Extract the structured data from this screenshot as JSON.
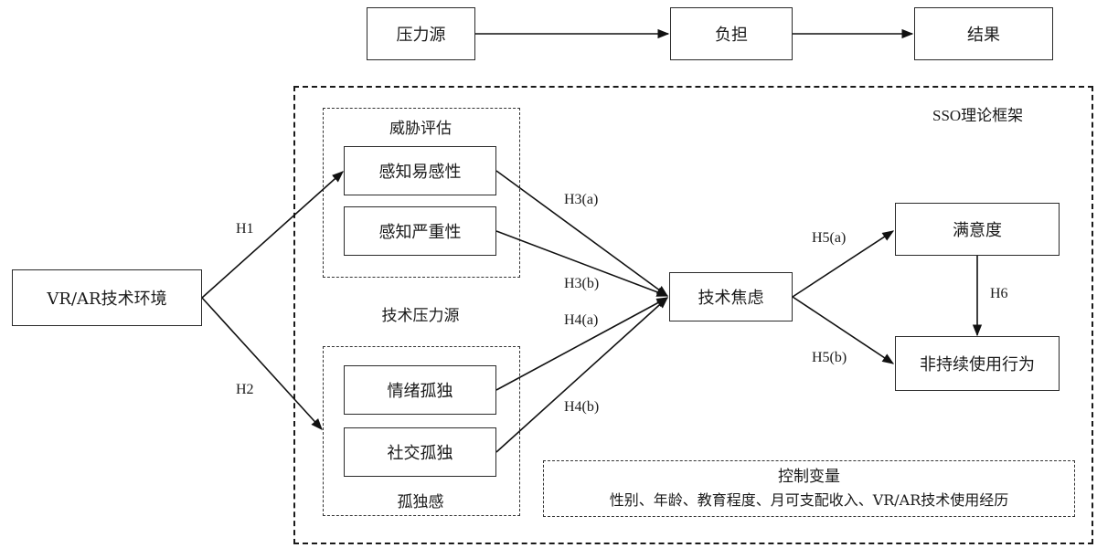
{
  "top_flow": {
    "stressor": "压力源",
    "burden": "负担",
    "outcome": "结果"
  },
  "framework": {
    "title": "SSO理论框架",
    "tech_stressors_label": "技术压力源"
  },
  "nodes": {
    "vr_ar_env": "VR/AR技术环境",
    "perceived_susceptibility": "感知易感性",
    "perceived_severity": "感知严重性",
    "emotional_loneliness": "情绪孤独",
    "social_loneliness": "社交孤独",
    "tech_anxiety": "技术焦虑",
    "satisfaction": "满意度",
    "discontinuance": "非持续使用行为"
  },
  "groups": {
    "threat_appraisal": "威胁评估",
    "loneliness": "孤独感"
  },
  "hypotheses": {
    "h1": "H1",
    "h2": "H2",
    "h3a": "H3(a)",
    "h3b": "H3(b)",
    "h4a": "H4(a)",
    "h4b": "H4(b)",
    "h5a": "H5(a)",
    "h5b": "H5(b)",
    "h6": "H6"
  },
  "controls": {
    "title": "控制变量",
    "items": "性别、年龄、教育程度、月可支配收入、VR/AR技术使用经历"
  }
}
